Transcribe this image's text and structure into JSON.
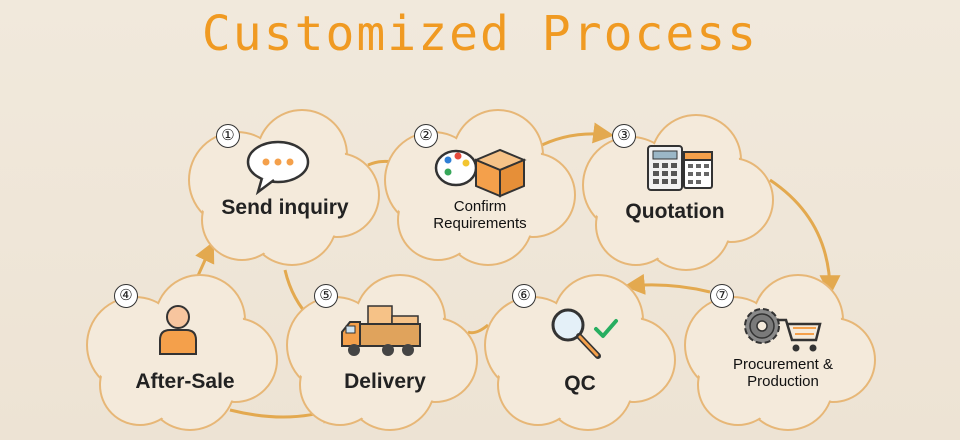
{
  "title": "Customized Process",
  "steps": [
    {
      "num": "①",
      "label": "Send inquiry",
      "icon": "chat-bubble-icon"
    },
    {
      "num": "②",
      "label": "Confirm Requirements",
      "icon": "palette-box-icon"
    },
    {
      "num": "③",
      "label": "Quotation",
      "icon": "calculator-calendar-icon"
    },
    {
      "num": "④",
      "label": "After-Sale",
      "icon": "person-icon"
    },
    {
      "num": "⑤",
      "label": "Delivery",
      "icon": "truck-icon"
    },
    {
      "num": "⑥",
      "label": "QC",
      "icon": "magnifier-check-icon"
    },
    {
      "num": "⑦",
      "label": "Procurement & Production",
      "icon": "gear-cart-icon"
    }
  ],
  "colors": {
    "title": "#f09a22",
    "cloud_fill": "#f4eadb",
    "cloud_stroke": "#e7b777",
    "arrow": "#e3a94f",
    "icon_orange": "#f4a04b"
  }
}
